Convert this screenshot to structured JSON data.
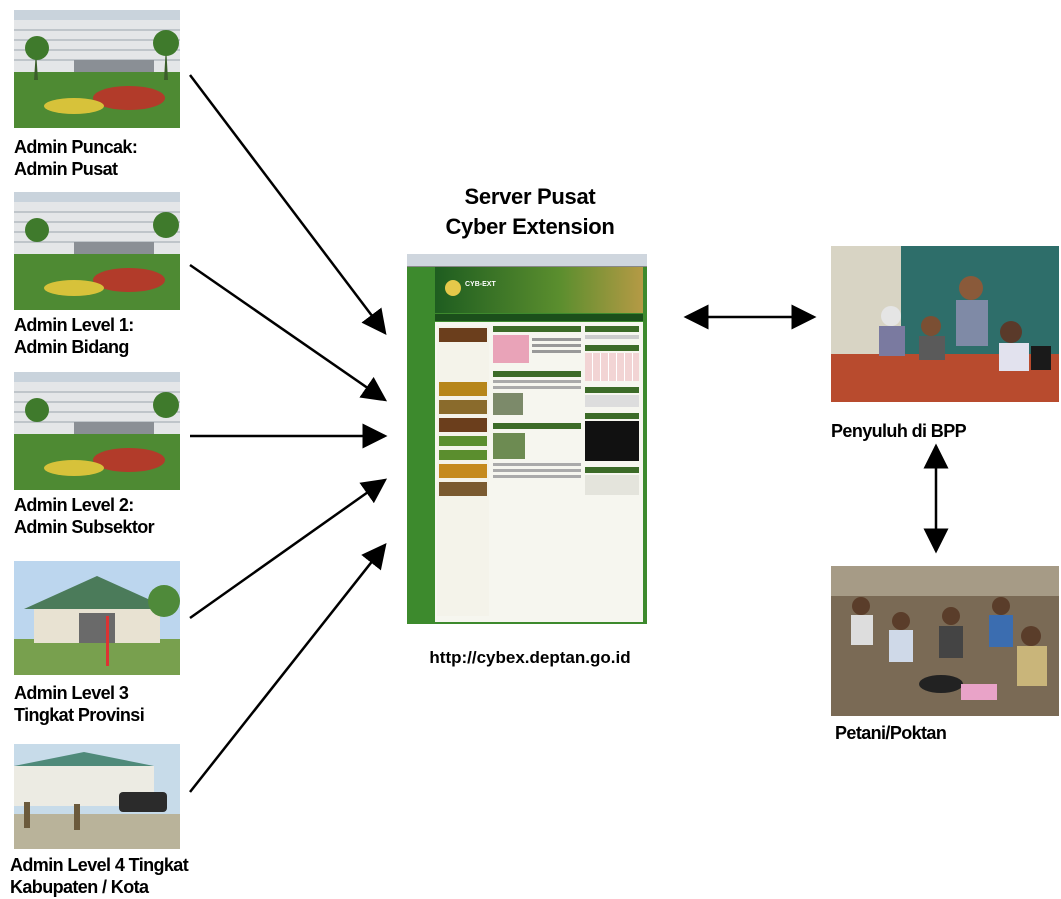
{
  "server": {
    "title_line1": "Server Pusat",
    "title_line2": "Cyber Extension",
    "url": "http://cybex.deptan.go.id"
  },
  "screenshot_text": {
    "logo": "CYB-EXT"
  },
  "admins": [
    {
      "line1": "Admin Puncak:",
      "line2": "Admin Pusat"
    },
    {
      "line1": "Admin Level 1:",
      "line2": "Admin Bidang"
    },
    {
      "line1": "Admin Level 2:",
      "line2": "Admin Subsektor"
    },
    {
      "line1": "Admin Level 3",
      "line2": "Tingkat Provinsi"
    },
    {
      "line1": "Admin Level 4 Tingkat",
      "line2": "Kabupaten / Kota"
    }
  ],
  "right_nodes": {
    "penyuluh": "Penyuluh di BPP",
    "petani": "Petani/Poktan"
  }
}
